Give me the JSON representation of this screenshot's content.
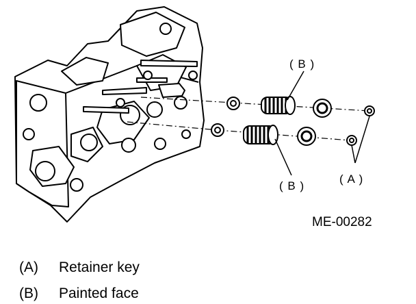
{
  "figure": {
    "code": "ME-00282",
    "callouts": {
      "b_top": "( B )",
      "b_bottom": "( B )",
      "a": "( A )"
    }
  },
  "legend": [
    {
      "key": "(A)",
      "text": "Retainer key"
    },
    {
      "key": "(B)",
      "text": "Painted face"
    }
  ]
}
